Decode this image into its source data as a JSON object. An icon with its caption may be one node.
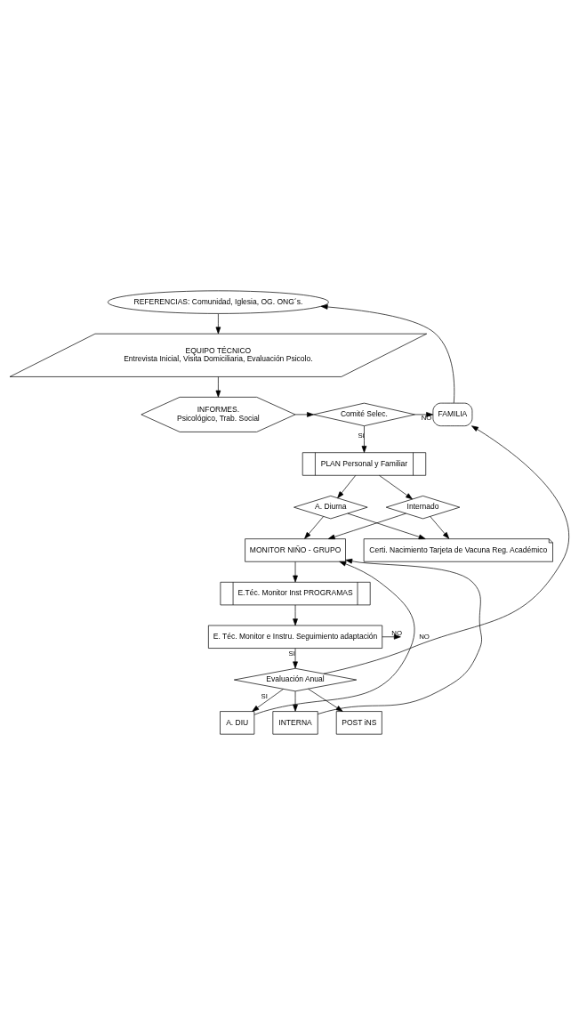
{
  "diagram": {
    "nodes": [
      {
        "text": [
          "REFERENCIAS: Comunidad, Iglesia, OG. ONG´s."
        ]
      },
      {
        "text": [
          "EQUIPO TÉCNICO",
          "Entrevista Inicial, Visita Domiciliaria, Evaluación Psicolo."
        ]
      },
      {
        "text": [
          "INFORMES.",
          "Psicológico, Trab. Social"
        ]
      },
      {
        "text": [
          "Comité Selec."
        ]
      },
      {
        "text": [
          "FAMILIA"
        ]
      },
      {
        "text": [
          "PLAN Personal y Familiar"
        ]
      },
      {
        "text": [
          "A. Diurna"
        ]
      },
      {
        "text": [
          "Internado"
        ]
      },
      {
        "text": [
          "Certi. Nacimiento Tarjeta de Vacuna Reg. Académico"
        ]
      },
      {
        "text": [
          "MONITOR NIÑO - GRUPO"
        ]
      },
      {
        "text": [
          "E.Téc. Monitor Inst PROGRAMAS"
        ]
      },
      {
        "text": [
          "E. Téc. Monitor e Instru. Seguimiento adaptación"
        ]
      },
      {
        "text": [
          "Evaluación Anual"
        ]
      },
      {
        "text": [
          "A. DIU"
        ]
      },
      {
        "text": [
          "INTERNA"
        ]
      },
      {
        "text": [
          "POST iNS"
        ]
      }
    ],
    "edges": [
      {
        "from": 0,
        "to": 1,
        "arrow": "to"
      },
      {
        "from": 1,
        "to": 2,
        "arrow": "to"
      },
      {
        "from": 2,
        "to": 3,
        "arrow": "to"
      },
      {
        "from": 3,
        "to": 4,
        "arrow": "to",
        "label": "NO"
      },
      {
        "from": 3,
        "to": 5,
        "arrow": "to",
        "label": "Si"
      },
      {
        "from": 4,
        "to": 0,
        "arrow": "to"
      },
      {
        "from": 5,
        "to": 6,
        "arrow": "to"
      },
      {
        "from": 5,
        "to": 7,
        "arrow": "to"
      },
      {
        "from": 6,
        "to": 8,
        "arrow": "to"
      },
      {
        "from": 6,
        "to": 9,
        "arrow": "to"
      },
      {
        "from": 7,
        "to": 8,
        "arrow": "to"
      },
      {
        "from": 7,
        "to": 9,
        "arrow": "to"
      },
      {
        "from": 9,
        "to": 10,
        "arrow": "to"
      },
      {
        "from": 10,
        "to": 11,
        "arrow": "to"
      },
      {
        "from": 11,
        "to": null,
        "arrow": "to",
        "label": "NO"
      },
      {
        "from": 11,
        "to": 12,
        "arrow": "to",
        "label": "SI"
      },
      {
        "from": 12,
        "to": 4,
        "arrow": "to",
        "label": "NO"
      },
      {
        "from": 12,
        "to": 13,
        "arrow": "to",
        "label": "SI"
      },
      {
        "from": 12,
        "to": 14,
        "arrow": "to"
      },
      {
        "from": 12,
        "to": 15,
        "arrow": "to"
      },
      {
        "from": 13,
        "to": 9,
        "arrow": "to"
      },
      {
        "from": 14,
        "to": 9,
        "arrow": "to"
      }
    ]
  }
}
